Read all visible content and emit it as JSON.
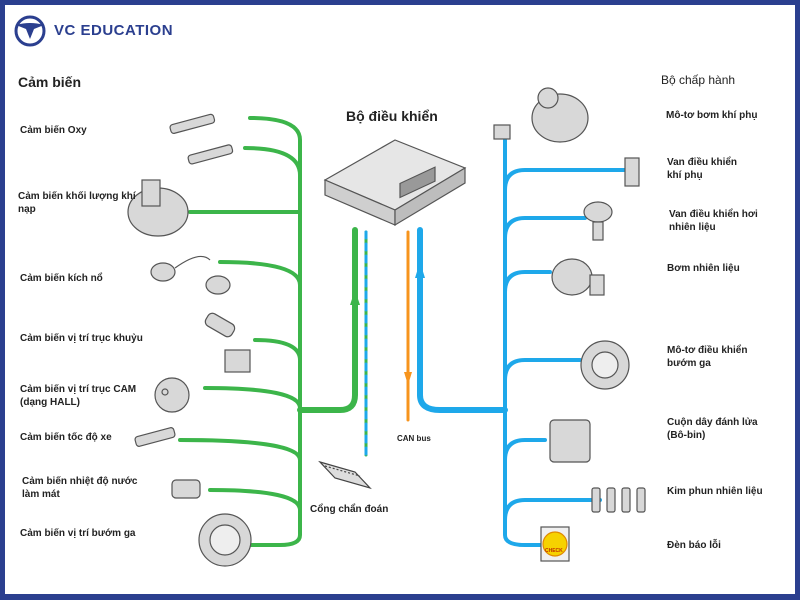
{
  "brand": {
    "name": "VC EDUCATION",
    "color": "#2b3f8f"
  },
  "colors": {
    "sensor_line": "#3cb54a",
    "actuator_line": "#1ea8ea",
    "can_bus": "#f7941d"
  },
  "sensors": {
    "title": "Cảm biến",
    "items": [
      {
        "label": "Cảm biến Oxy"
      },
      {
        "label": "Cảm biến khối lượng khí nạp"
      },
      {
        "label": "Cảm biến kích nổ"
      },
      {
        "label": "Cảm biến vị trí trục khuỷu"
      },
      {
        "label": "Cảm biến vị trí trục CAM (dạng HALL)"
      },
      {
        "label": "Cảm biến tốc độ xe"
      },
      {
        "label": "Cảm biến nhiệt độ nước làm mát"
      },
      {
        "label": "Cảm biến vị trí bướm ga"
      }
    ]
  },
  "controller": {
    "title": "Bộ điều khiển",
    "can_bus": "CAN bus",
    "diagnostic_port": "Cổng chẩn đoán"
  },
  "actuators": {
    "title": "Bộ chấp hành",
    "items": [
      {
        "label": "Mô-tơ bơm khí phụ"
      },
      {
        "label": "Van điều khiển khí phụ"
      },
      {
        "label": "Van điều khiển hơi nhiên liệu"
      },
      {
        "label": "Bơm nhiên liệu"
      },
      {
        "label": "Mô-tơ điều khiển bướm ga"
      },
      {
        "label": "Cuộn dây đánh lửa (Bô-bin)"
      },
      {
        "label": "Kim phun nhiên liệu"
      },
      {
        "label": "Đèn báo lỗi"
      }
    ],
    "check_lamp_text": "CHECK"
  }
}
